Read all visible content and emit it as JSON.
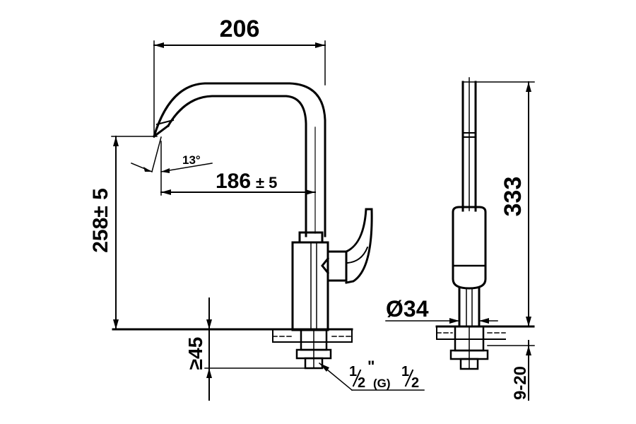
{
  "dimensions": {
    "spout_reach_total": "206",
    "spout_angle": "13°",
    "spout_reach": "186",
    "spout_reach_tol": "± 5",
    "spout_height": "258± 5",
    "deck_thickness": "≥45",
    "side_height": "333",
    "hole_diameter": "Ø34",
    "shank_length": "9-20"
  },
  "thread": {
    "size_left_num": "1",
    "size_left_den": "2",
    "quote_mark": "\"",
    "standard": "(G)",
    "size_right_num": "1",
    "size_right_den": "2"
  },
  "colors": {
    "line": "#000000",
    "background": "#ffffff"
  }
}
